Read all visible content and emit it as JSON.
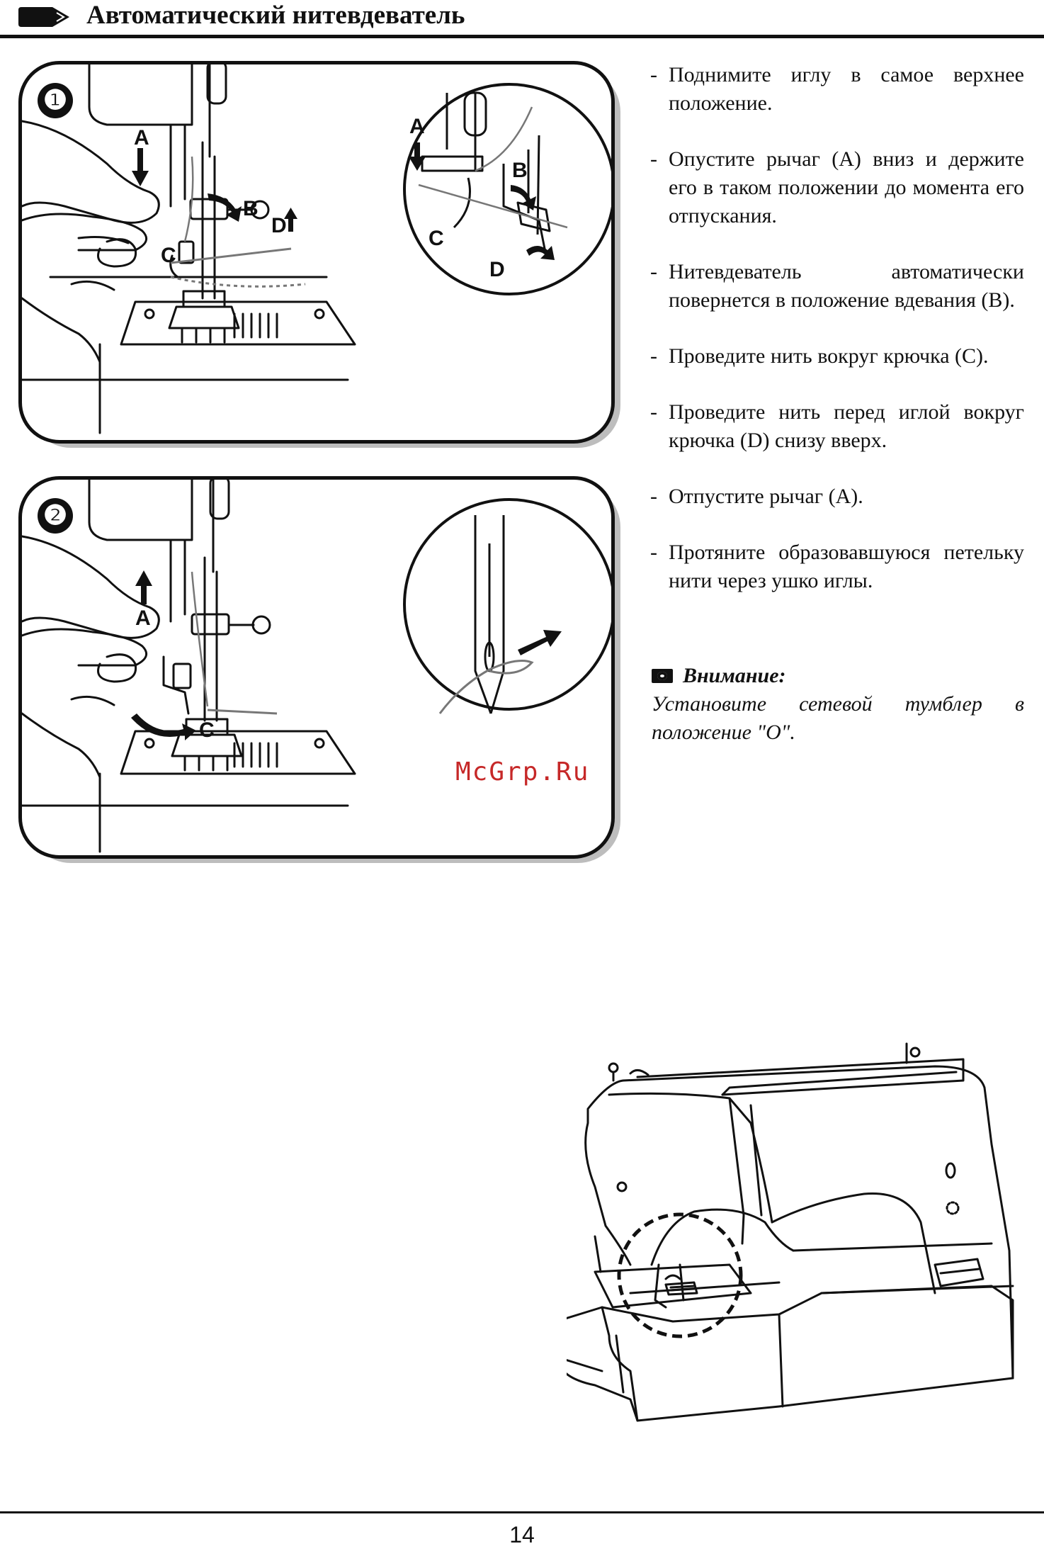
{
  "header": {
    "title": "Автоматический нитевдеватель"
  },
  "figures": {
    "panel1": {
      "step": "❶",
      "labels": {
        "a": "A",
        "b": "B",
        "c": "C",
        "d": "D"
      },
      "inset_labels": {
        "a": "A",
        "b": "B",
        "c": "C",
        "d": "D"
      }
    },
    "panel2": {
      "step": "❷",
      "labels": {
        "a": "A",
        "c": "C"
      }
    }
  },
  "watermark": "McGrp.Ru",
  "instructions": [
    "Поднимите иглу в самое верхнее положение.",
    "Опустите рычаг (A) вниз и держите его в таком положении до момента его отпускания.",
    "Нитевдеватель автоматически повернется в положение вдевания (B).",
    "Проведите нить вокруг крючка (C).",
    "Проведите нить перед иглой вокруг крючка (D) снизу вверх.",
    "Отпустите рычаг (A).",
    "Протяните образовавшуюся петельку нити через ушко иглы."
  ],
  "note": {
    "icon": "eye-icon",
    "title": "Внимание:",
    "text": "Установите сетевой тумблер в положение \"О\"."
  },
  "footer": {
    "page_number": "14"
  }
}
